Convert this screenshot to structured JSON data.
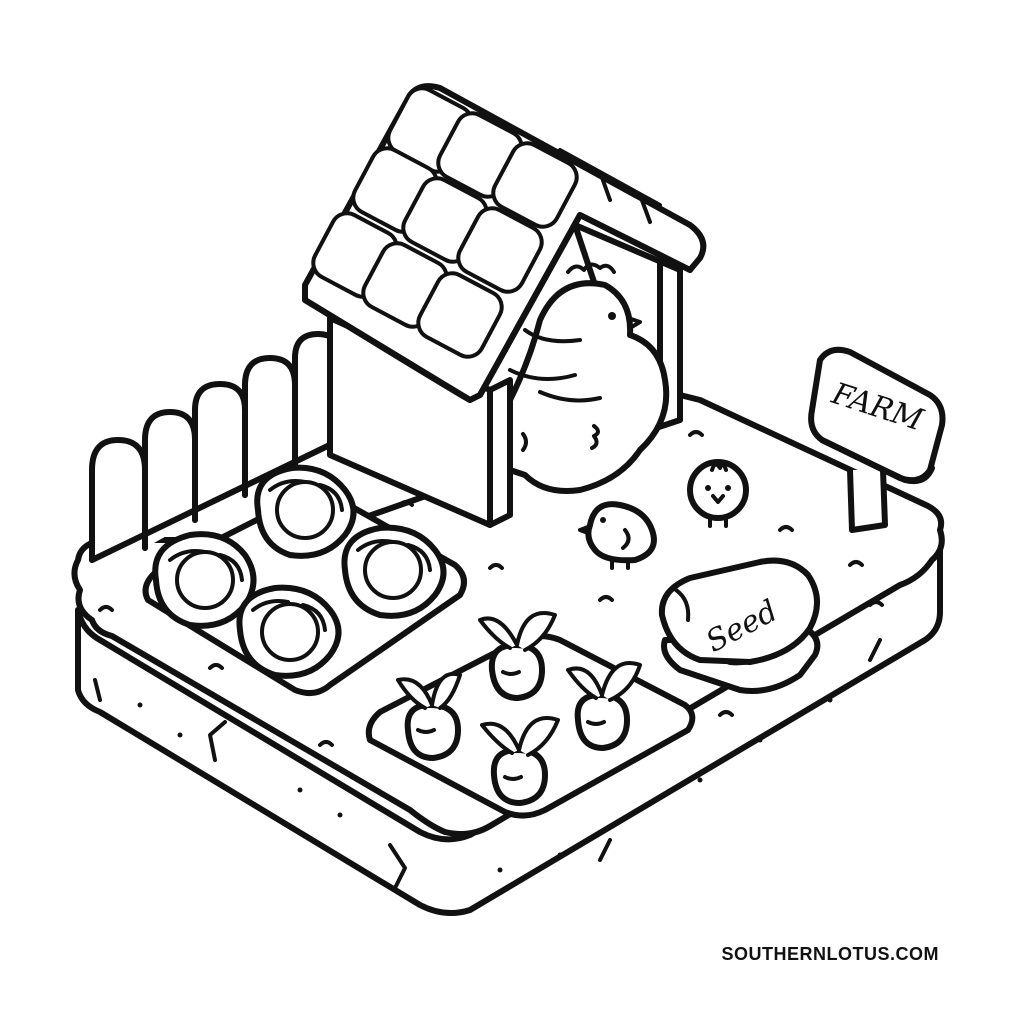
{
  "artwork": {
    "sign": {
      "text": "FARM"
    },
    "seed_bag": {
      "text": "Seed"
    }
  },
  "footer": {
    "credit": "SOUTHERNLOTUS.COM"
  },
  "colors": {
    "ink": "#111111",
    "paper": "#ffffff"
  }
}
